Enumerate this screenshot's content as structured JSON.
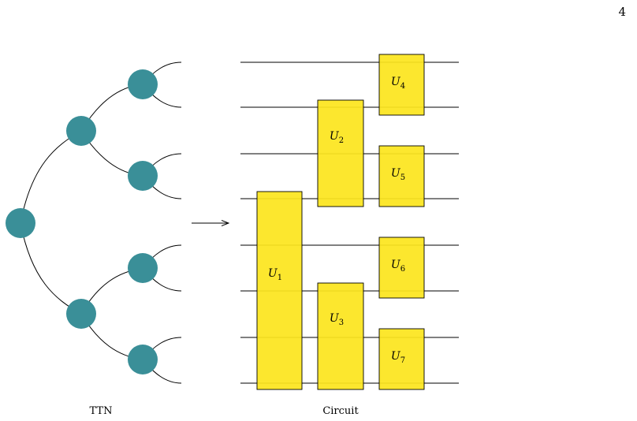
{
  "page_number": "4",
  "ttn": {
    "caption": "TTN"
  },
  "circuit": {
    "caption": "Circuit",
    "gate_symbol": "U",
    "gates": [
      {
        "index": "1"
      },
      {
        "index": "2"
      },
      {
        "index": "3"
      },
      {
        "index": "4"
      },
      {
        "index": "5"
      },
      {
        "index": "6"
      },
      {
        "index": "7"
      }
    ]
  },
  "colors": {
    "node": "#3a8f98",
    "gate": "#fce51e",
    "line": "#000000"
  }
}
